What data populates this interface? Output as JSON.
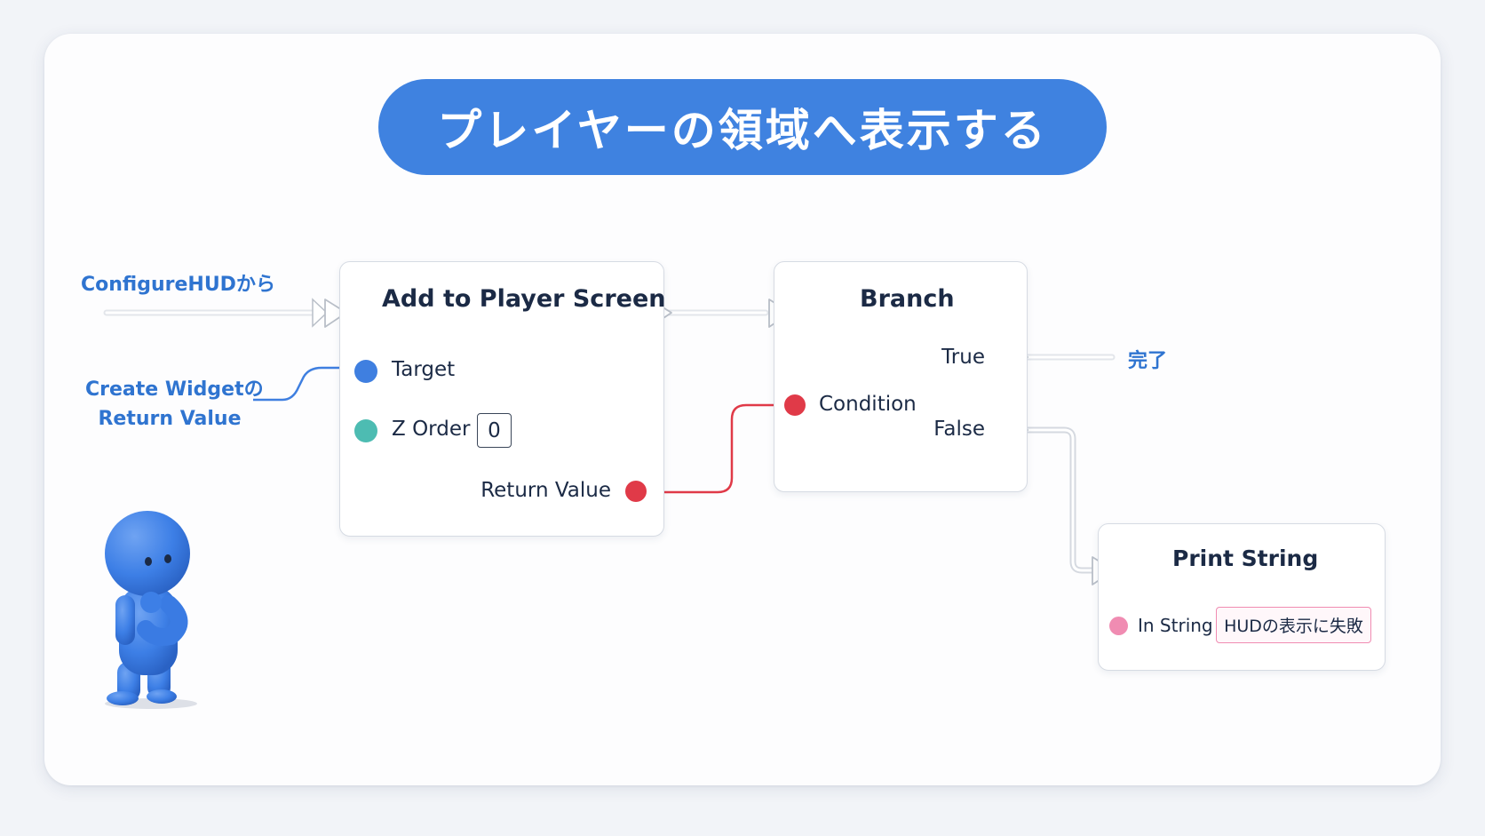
{
  "title": "プレイヤーの領域へ表示する",
  "annotations": {
    "from_configure": "ConfigureHUDから",
    "create_widget_line1": "Create Widgetの",
    "create_widget_line2": "Return Value",
    "done": "完了"
  },
  "nodes": {
    "add_to_player_screen": {
      "title": "Add to Player Screen",
      "target_label": "Target",
      "zorder_label": "Z Order",
      "zorder_value": "0",
      "return_label": "Return Value"
    },
    "branch": {
      "title": "Branch",
      "true_label": "True",
      "false_label": "False",
      "condition_label": "Condition"
    },
    "print_string": {
      "title": "Print String",
      "in_string_label": "In String",
      "in_string_value": "HUDの表示に失敗"
    }
  },
  "colors": {
    "title_bg": "#3f82e0",
    "accent_blue": "#2f74d0",
    "pin_object": "#3f7fe0",
    "pin_int": "#4dbcb2",
    "pin_bool": "#e03a48",
    "pin_string": "#f08cb2",
    "exec_pin": "#ffffff",
    "mascot": "#3d7fe6"
  },
  "icons": {
    "mascot": "thinking-blue-figure-icon",
    "exec_pin": "exec-arrow-icon"
  }
}
